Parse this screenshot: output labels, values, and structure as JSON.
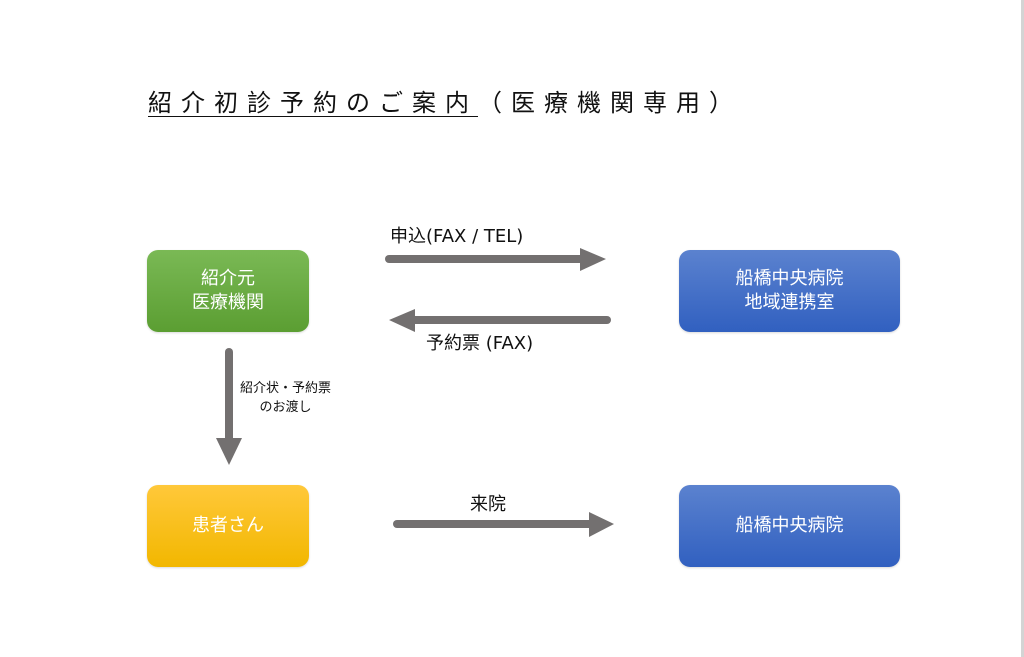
{
  "title": {
    "main": "紹介初診予約のご案内",
    "sub": "（医療機関専用）"
  },
  "nodes": {
    "referrer": {
      "lines": [
        "紹介元",
        "医療機関"
      ],
      "color": "#6aad44"
    },
    "liaison": {
      "lines": [
        "船橋中央病院",
        "地域連携室"
      ],
      "color": "#4571c8"
    },
    "patient": {
      "lines": [
        "患者さん"
      ],
      "color": "#f9c012"
    },
    "hospital": {
      "lines": [
        "船橋中央病院"
      ],
      "color": "#4571c8"
    }
  },
  "edges": {
    "apply": {
      "label": "申込(FAX / TEL)",
      "from": "referrer",
      "to": "liaison"
    },
    "ticket": {
      "label": "予約票 (FAX)",
      "from": "liaison",
      "to": "referrer"
    },
    "handover": {
      "lines": [
        "紹介状・予約票",
        "のお渡し"
      ],
      "from": "referrer",
      "to": "patient"
    },
    "visit": {
      "label": "来院",
      "from": "patient",
      "to": "hospital"
    }
  },
  "arrow_color": "#737070"
}
